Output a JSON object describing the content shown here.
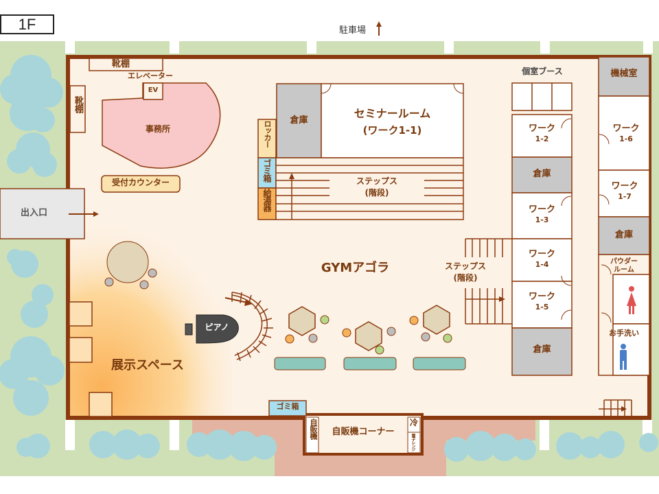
{
  "floor_label": "1F",
  "parking": "駐車場",
  "entrance": "出入口",
  "rooms": {
    "shoe_shelf_top": "靴棚",
    "shoe_shelf_left": "靴棚",
    "elevator_label": "エレベーター",
    "elevator": "EV",
    "office": "事務所",
    "reception": "受付カウンター",
    "storage": "倉庫",
    "seminar_room": "セミナールーム",
    "seminar_sub": "(ワーク1-1)",
    "locker": "ロッカー",
    "trash": "ゴミ箱",
    "water_heater": "給湯器",
    "steps": "ステップス",
    "steps_sub": "(階段)",
    "private_booth": "個室ブース",
    "machine_room": "機械室",
    "work_1_2": [
      "ワーク",
      "1-2"
    ],
    "work_1_3": [
      "ワーク",
      "1-3"
    ],
    "work_1_4": [
      "ワーク",
      "1-4"
    ],
    "work_1_5": [
      "ワーク",
      "1-5"
    ],
    "work_1_6": [
      "ワーク",
      "1-6"
    ],
    "work_1_7": [
      "ワーク",
      "1-7"
    ],
    "powder_room": [
      "パウダー",
      "ルーム"
    ],
    "restroom": "お手洗い",
    "gym_agora": "GYMアゴラ",
    "piano": "ピアノ",
    "exhibit_space": "展示スペース",
    "vending_corner": "自販機コーナー",
    "vending_machine": "自販機",
    "fridge": "冷",
    "microwave": "電子レンジ",
    "trash_bottom": "ゴミ箱"
  },
  "colors": {
    "wall": "#8b3a0f",
    "floor": "#fdf2e6",
    "office": "#f9c9c9",
    "storage": "#c8c8c8",
    "accent": "#fbe3b0",
    "trash": "#a8dff0",
    "bench": "#8cc8bb",
    "tree": "#a8d5da",
    "grass": "#cfe0b6",
    "path": "#e3b4a2"
  }
}
